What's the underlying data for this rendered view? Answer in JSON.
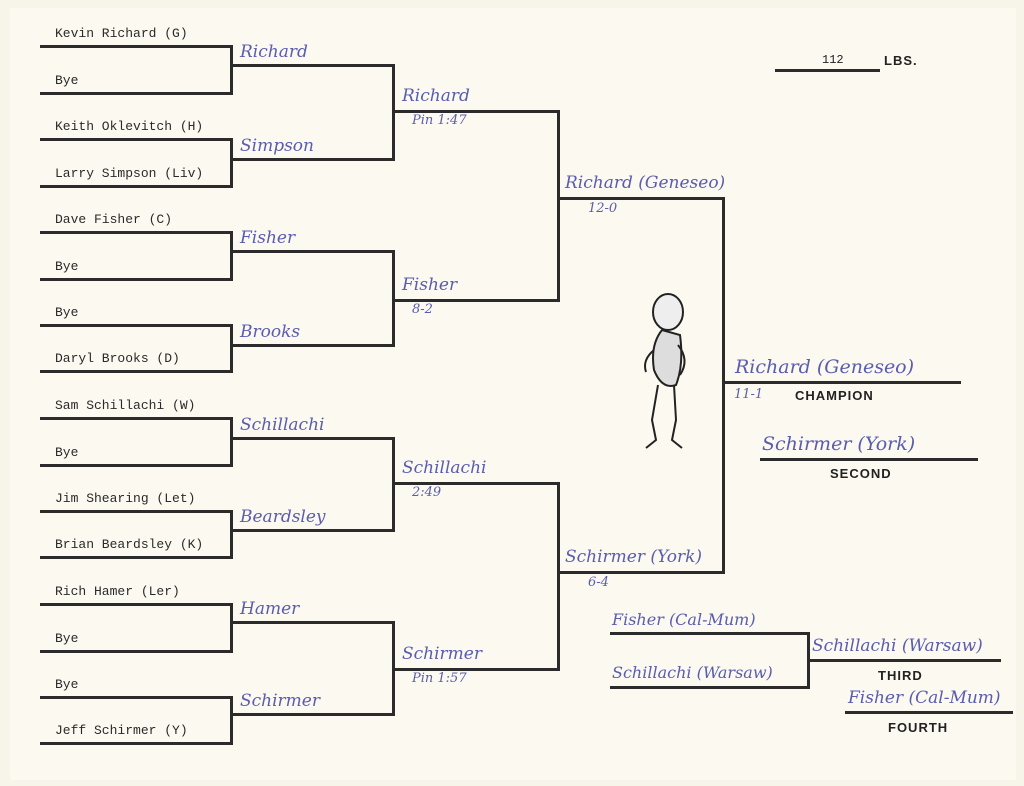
{
  "weight_class": {
    "value": "112",
    "unit": "LBS."
  },
  "round1": [
    "Kevin Richard (G)",
    "Bye",
    "Keith Oklevitch (H)",
    "Larry Simpson (Liv)",
    "Dave Fisher (C)",
    "Bye",
    "Bye",
    "Daryl Brooks (D)",
    "Sam Schillachi (W)",
    "Bye",
    "Jim Shearing (Let)",
    "Brian Beardsley (K)",
    "Rich Hamer (Ler)",
    "Bye",
    "Bye",
    "Jeff Schirmer (Y)"
  ],
  "round2": [
    "Richard",
    "Simpson",
    "Fisher",
    "Brooks",
    "Schillachi",
    "Beardsley",
    "Hamer",
    "Schirmer"
  ],
  "round3": [
    {
      "name": "Richard",
      "score": "Pin 1:47"
    },
    {
      "name": "Fisher",
      "score": "8-2"
    },
    {
      "name": "Schillachi",
      "score": "2:49"
    },
    {
      "name": "Schirmer",
      "score": "Pin 1:57"
    }
  ],
  "round4": [
    {
      "name": "Richard (Geneseo)",
      "score": "12-0"
    },
    {
      "name": "Schirmer (York)",
      "score": "6-4"
    }
  ],
  "champion": {
    "name": "Richard (Geneseo)",
    "score": "11-1",
    "label": "CHAMPION"
  },
  "second": {
    "name": "Schirmer (York)",
    "label": "SECOND"
  },
  "consolation": [
    "Fisher (Cal-Mum)",
    "Schillachi (Warsaw)"
  ],
  "third": {
    "name": "Schillachi (Warsaw)",
    "label": "THIRD"
  },
  "fourth": {
    "name": "Fisher (Cal-Mum)",
    "label": "FOURTH"
  }
}
